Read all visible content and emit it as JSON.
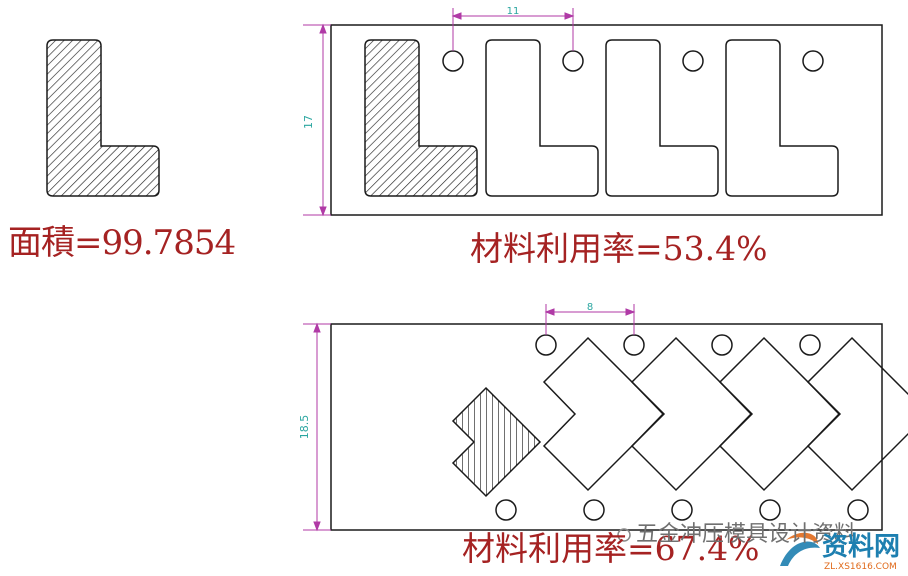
{
  "area_caption": "面積=99.7854",
  "layout1": {
    "dim_height": "17",
    "dim_pitch": "11",
    "utilization": "材料利用率=53.4%"
  },
  "layout2": {
    "dim_height": "18.5",
    "dim_pitch": "8",
    "utilization": "材料利用率=67.4%"
  },
  "watermark": {
    "account": "五金冲压模具设计资料",
    "logo": "资料网",
    "logo_url": "ZL.XS1616.COM"
  },
  "colors": {
    "outline": "#1a1a1a",
    "hatch": "#1a1a1a",
    "caption": "#a52222",
    "dimension": "#b03aa6",
    "dim_text": "#2aa6a0"
  }
}
